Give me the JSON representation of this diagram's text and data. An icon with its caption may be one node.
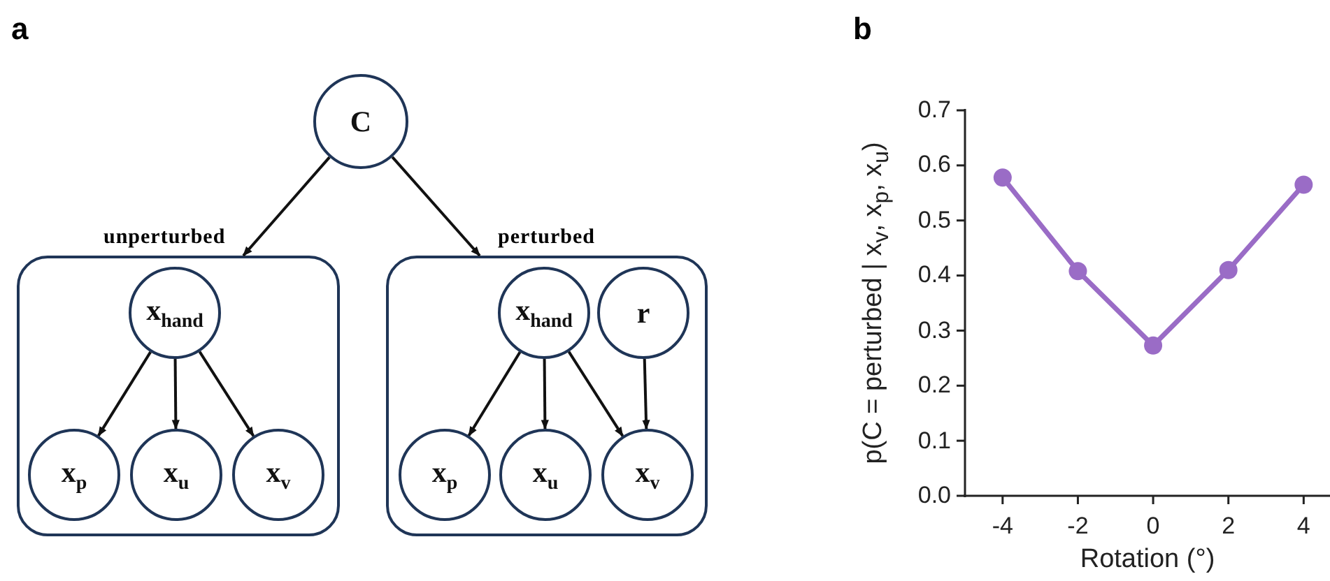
{
  "diagram": {
    "nodes": [
      {
        "text": [
          "C"
        ]
      },
      {
        "text": [
          "unperturbed"
        ]
      },
      {
        "text": [
          "x$_{hand}$"
        ],
        "in": 1
      },
      {
        "text": [
          "x$_{p}$"
        ],
        "in": 1
      },
      {
        "text": [
          "x$_{u}$"
        ],
        "in": 1
      },
      {
        "text": [
          "x$_{v}$"
        ],
        "in": 1
      },
      {
        "text": [
          "perturbed"
        ]
      },
      {
        "text": [
          "x$_{hand}$"
        ],
        "in": 6
      },
      {
        "text": [
          "r"
        ],
        "in": 6
      },
      {
        "text": [
          "x$_{p}$"
        ],
        "in": 6
      },
      {
        "text": [
          "x$_{u}$"
        ],
        "in": 6
      },
      {
        "text": [
          "x$_{v}$"
        ],
        "in": 6
      }
    ],
    "edges": [
      {
        "from": 0,
        "to": 1,
        "arrow": "to"
      },
      {
        "from": 0,
        "to": 6,
        "arrow": "to"
      },
      {
        "from": 2,
        "to": 3,
        "arrow": "to"
      },
      {
        "from": 2,
        "to": 4,
        "arrow": "to"
      },
      {
        "from": 2,
        "to": 5,
        "arrow": "to"
      },
      {
        "from": 7,
        "to": 9,
        "arrow": "to"
      },
      {
        "from": 7,
        "to": 10,
        "arrow": "to"
      },
      {
        "from": 7,
        "to": 11,
        "arrow": "to"
      },
      {
        "from": 8,
        "to": 11,
        "arrow": "to"
      }
    ],
    "labels": [
      "a",
      "b"
    ],
    "chart_data": {
      "type": "line",
      "xlabel": "Rotation (°)",
      "ylabel": "p(C = perturbed | x$_{v}$, x$_{p}$, x$_{u}$)",
      "x": [
        -4,
        -2,
        0,
        2,
        4
      ],
      "series": [
        {
          "color": "#9a6cc6",
          "marker": "o",
          "values": [
            0.578,
            0.408,
            0.273,
            0.41,
            0.565
          ]
        }
      ],
      "xlim": [
        -5,
        4.7
      ],
      "ylim": [
        0,
        0.7
      ],
      "xticks": [
        -4,
        -2,
        0,
        2,
        4
      ],
      "yticks": [
        {
          "value": 0,
          "label": "0.0"
        },
        {
          "value": 0.1,
          "label": "0.1"
        },
        {
          "value": 0.2,
          "label": "0.2"
        },
        {
          "value": 0.3,
          "label": "0.3"
        },
        {
          "value": 0.4,
          "label": "0.4"
        },
        {
          "value": 0.5,
          "label": "0.5"
        },
        {
          "value": 0.6,
          "label": "0.6"
        },
        {
          "value": 0.7,
          "label": "0.7"
        }
      ]
    }
  }
}
